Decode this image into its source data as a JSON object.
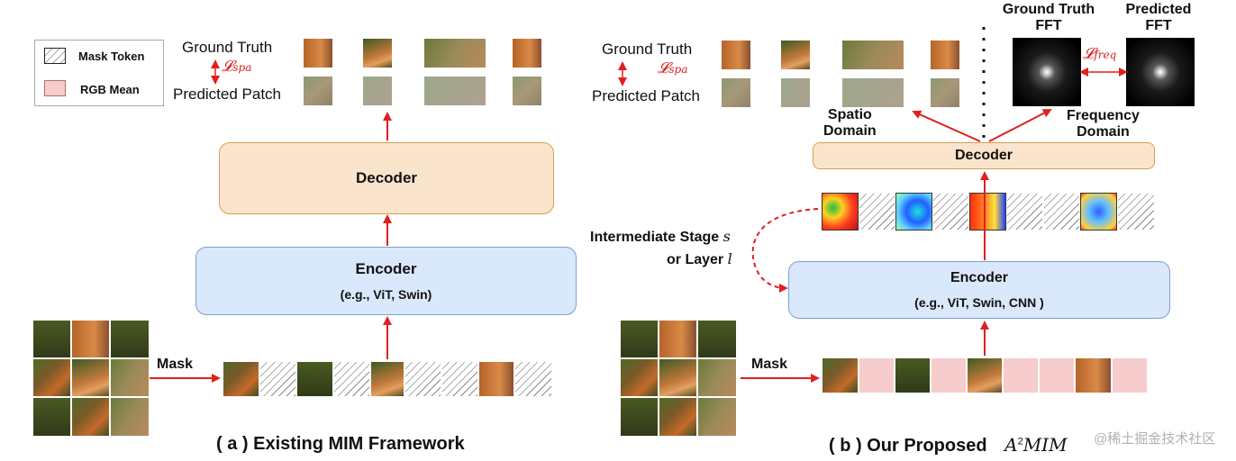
{
  "legend": {
    "mask_token": "Mask Token",
    "rgb_mean": "RGB Mean"
  },
  "panel_a": {
    "ground_truth": "Ground Truth",
    "predicted_patch": "Predicted Patch",
    "loss": "𝓛",
    "loss_sub": "spa",
    "decoder": "Decoder",
    "encoder": "Encoder",
    "encoder_sub": "(e.g., ViT, Swin)",
    "mask": "Mask",
    "caption": "( a ) Existing MIM Framework"
  },
  "panel_b": {
    "ground_truth": "Ground Truth",
    "predicted_patch": "Predicted Patch",
    "loss": "𝓛",
    "loss_sub": "spa",
    "gt_fft": "Ground Truth",
    "gt_fft2": "FFT",
    "pred_fft": "Predicted",
    "pred_fft2": "FFT",
    "freq_loss": "𝓛",
    "freq_loss_sub": "freq",
    "spatio_domain": "Spatio",
    "spatio_domain2": "Domain",
    "frequency_domain": "Frequency",
    "frequency_domain2": "Domain",
    "decoder": "Decoder",
    "encoder": "Encoder",
    "encoder_sub": "(e.g., ViT, Swin, CNN )",
    "intermediate": "Intermediate Stage",
    "intermediate_var": "s",
    "or_layer": "or Layer",
    "layer_var": "l",
    "mask": "Mask",
    "caption": "( b ) Our Proposed",
    "caption_method": "A",
    "caption_sup": "2",
    "caption_method2": "MIM"
  },
  "watermark": "@稀土掘金技术社区",
  "colors": {
    "arrow": "#e02020",
    "decoder_fill": "#fbe4cc",
    "encoder_fill": "#dae8fb",
    "pink": "#f6cccc"
  }
}
